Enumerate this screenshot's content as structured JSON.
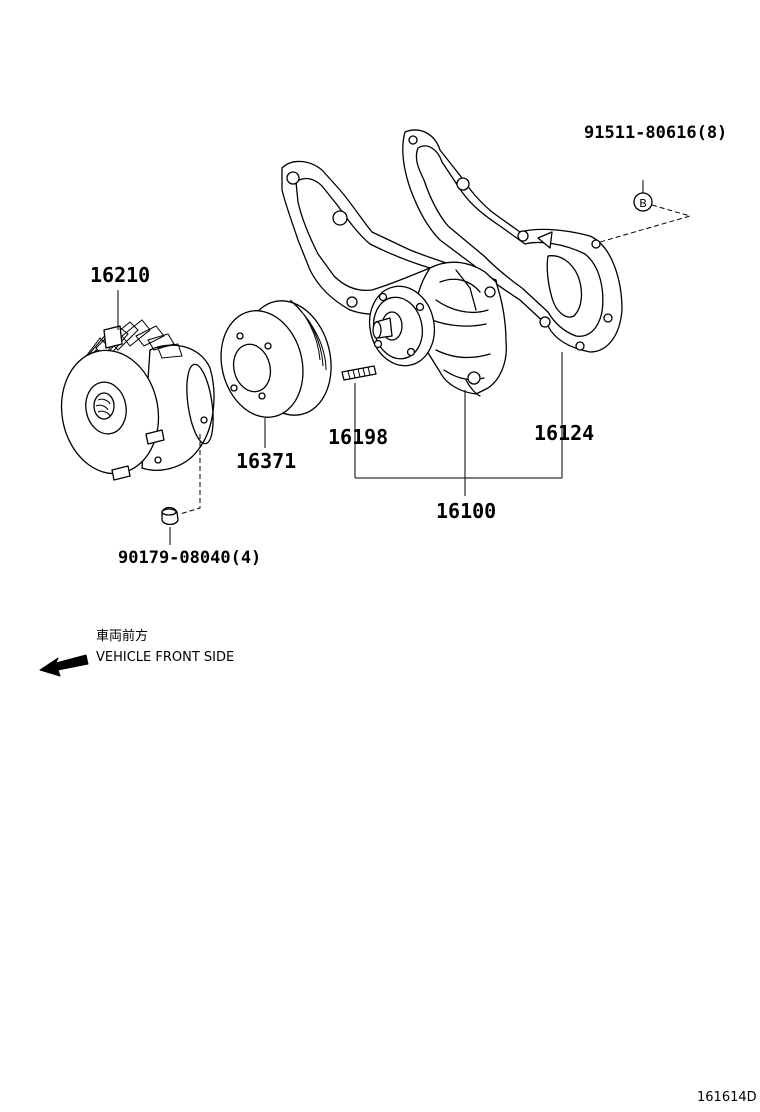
{
  "parts": {
    "bolt_top": "91511-80616(8)",
    "fan_clutch": "16210",
    "pulley": "16371",
    "stud": "16198",
    "gasket": "16124",
    "water_pump_assy": "16100",
    "nut": "90179-08040(4)"
  },
  "marker": "B",
  "orientation": {
    "japanese": "車両前方",
    "english": "VEHICLE FRONT SIDE"
  },
  "figure_code": "161614D"
}
